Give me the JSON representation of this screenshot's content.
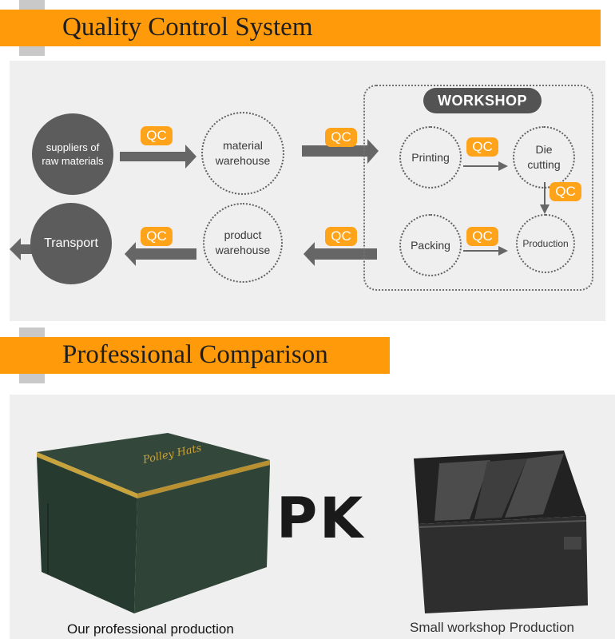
{
  "section_quality": {
    "title": "Quality Control System"
  },
  "workshop": {
    "label": "WORKSHOP"
  },
  "nodes": {
    "suppliers": "suppliers of raw materials",
    "material_warehouse": "material warehouse",
    "printing": "Printing",
    "die_cutting": "Die cutting",
    "packing": "Packing",
    "production": "Production",
    "product_warehouse": "product warehouse",
    "transport": "Transport"
  },
  "qc_label": "QC",
  "section_comparison": {
    "title": "Professional Comparison"
  },
  "comparison": {
    "vs_p": "P",
    "vs_k": "K",
    "left_caption": "Our professional production",
    "right_caption": "Small workshop Production",
    "box_logo_text": "Polley Hats"
  },
  "colors": {
    "accent": "#ff9a0a",
    "qc_badge": "#ffa31a",
    "dark_node": "#5c5c5c",
    "panel": "#efefef"
  }
}
